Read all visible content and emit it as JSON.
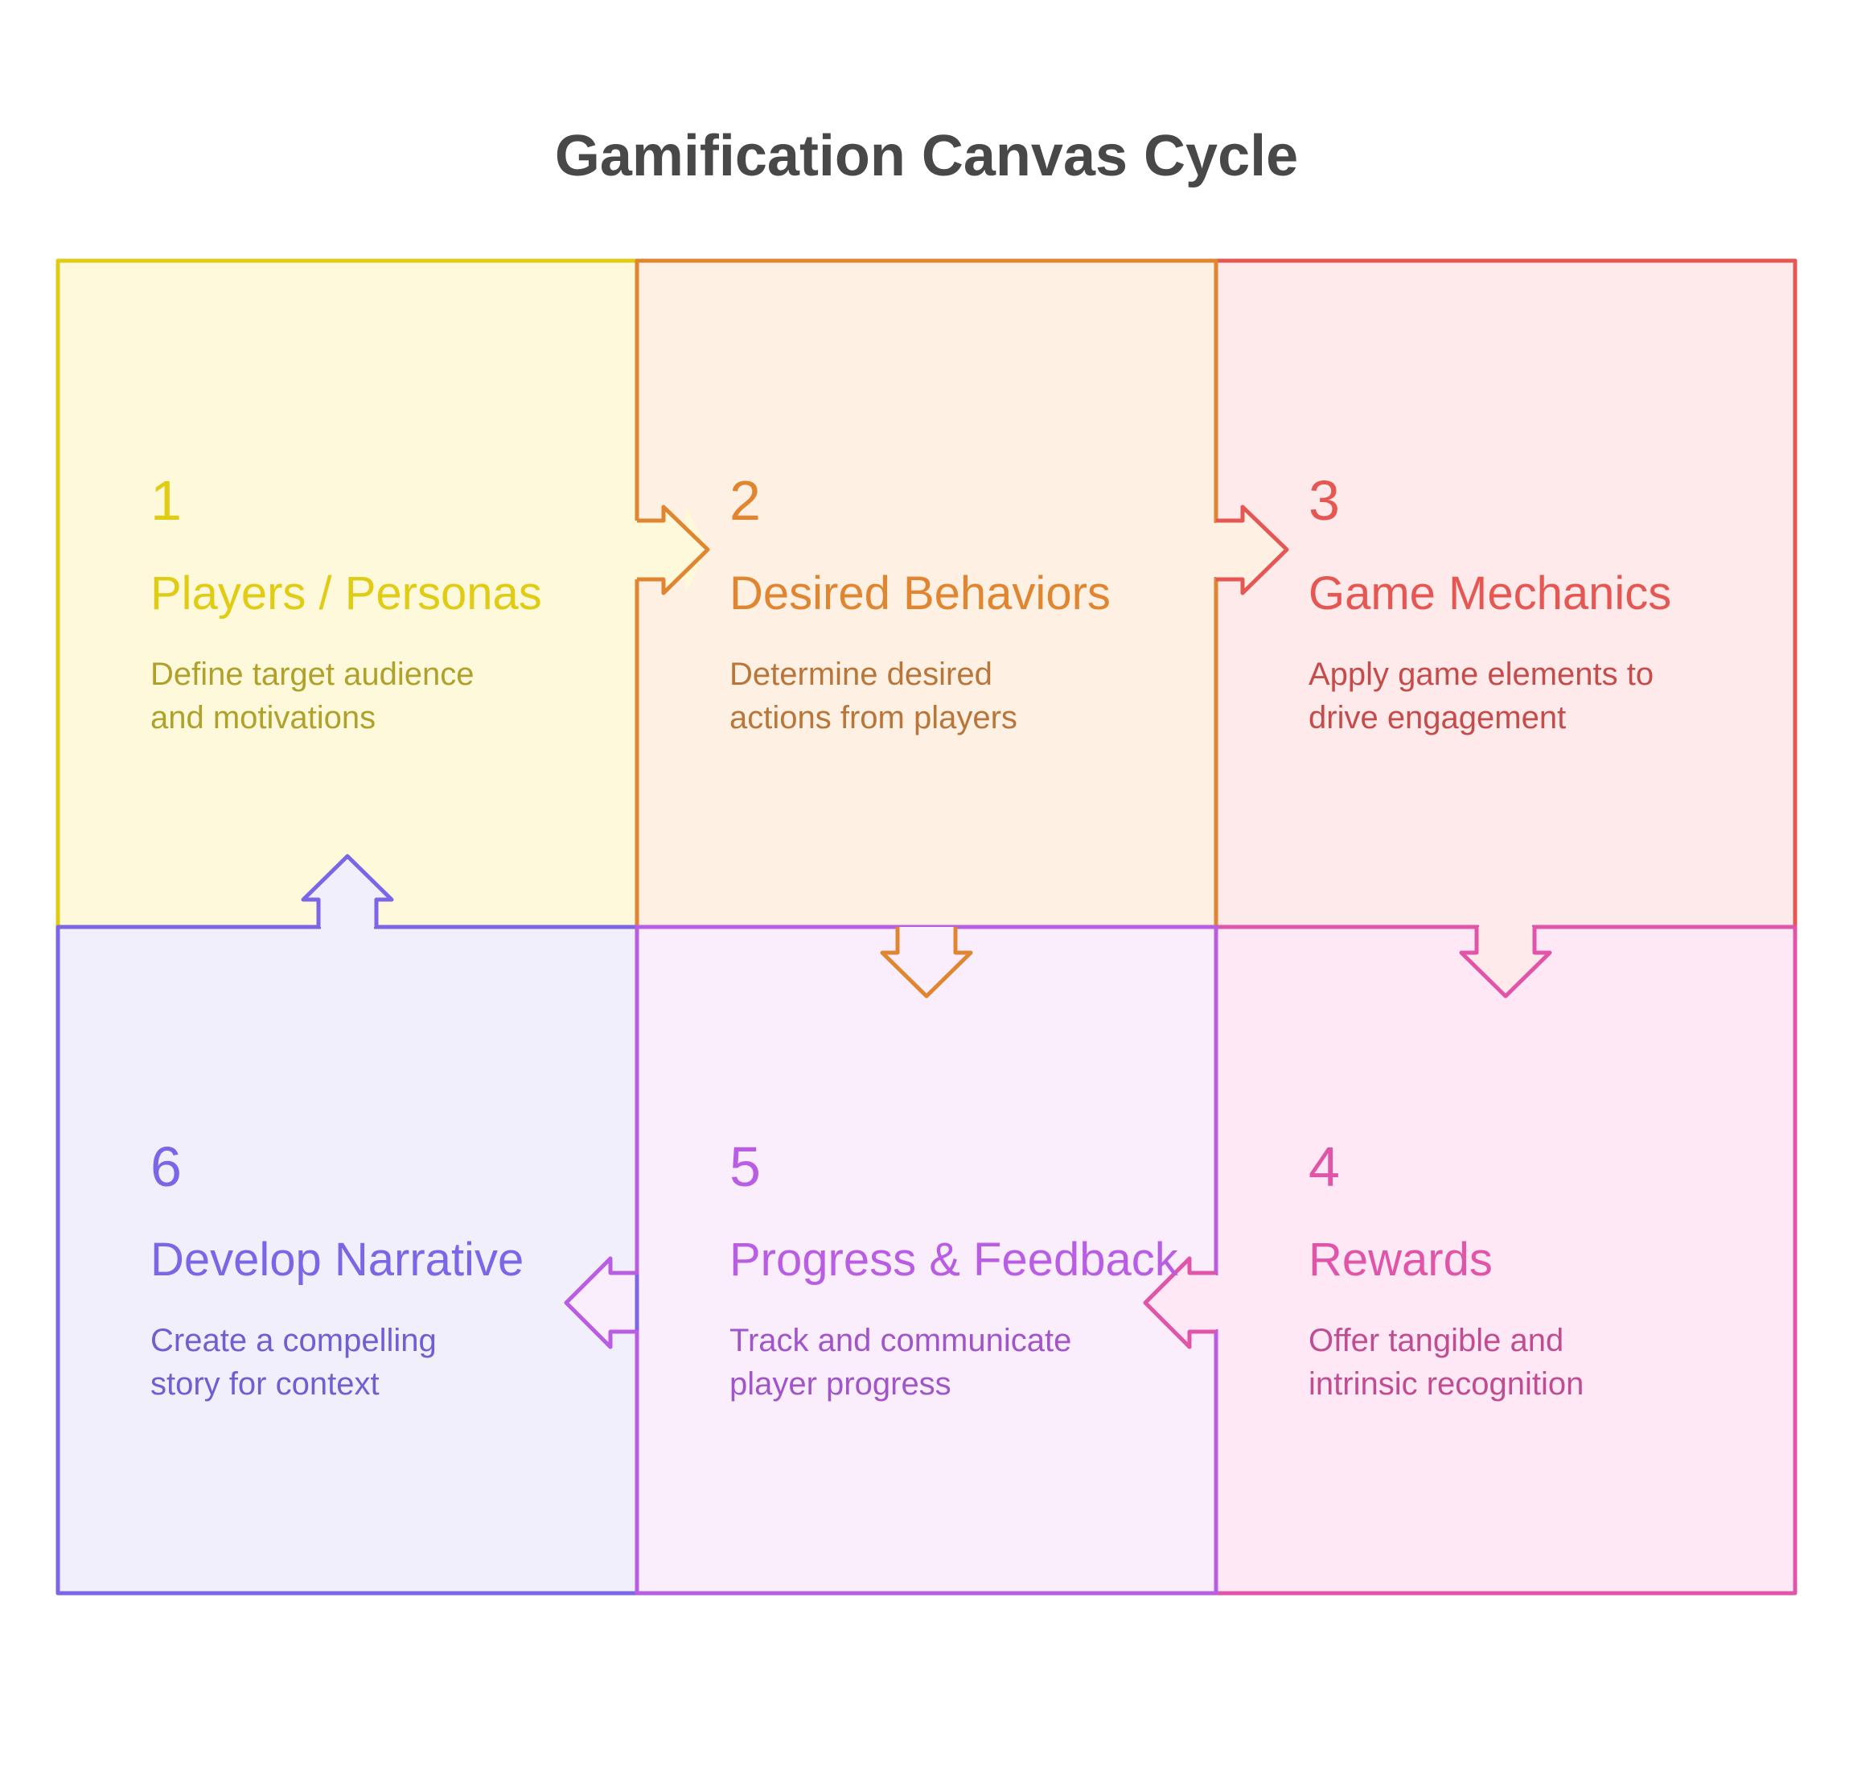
{
  "title": "Gamification Canvas Cycle",
  "cells": [
    {
      "number": "1",
      "heading": "Players / Personas",
      "desc_lines": [
        "Define target audience",
        "and motivations"
      ],
      "stroke": "#e0cb15",
      "fill": "#fef9db",
      "text": "#e0cb15",
      "desc": "#afa12c"
    },
    {
      "number": "2",
      "heading": "Desired Behaviors",
      "desc_lines": [
        "Determine desired",
        "actions from players"
      ],
      "stroke": "#e08530",
      "fill": "#fef0e3",
      "text": "#e08530",
      "desc": "#b8763a"
    },
    {
      "number": "3",
      "heading": "Game Mechanics",
      "desc_lines": [
        "Apply game elements to",
        "drive engagement"
      ],
      "stroke": "#e55753",
      "fill": "#feeaea",
      "text": "#e55753",
      "desc": "#c44d4b"
    },
    {
      "number": "4",
      "heading": "Rewards",
      "desc_lines": [
        "Offer tangible and",
        "intrinsic recognition"
      ],
      "stroke": "#e055a8",
      "fill": "#fee8f5",
      "text": "#e055a8",
      "desc": "#c04d92"
    },
    {
      "number": "5",
      "heading": "Progress & Feedback",
      "desc_lines": [
        "Track and communicate",
        "player progress"
      ],
      "stroke": "#b95ee3",
      "fill": "#faeefc",
      "text": "#b95ee3",
      "desc": "#a055c8"
    },
    {
      "number": "6",
      "heading": "Develop Narrative",
      "desc_lines": [
        "Create a compelling",
        "story for context"
      ],
      "stroke": "#7d66e6",
      "fill": "#f1effc",
      "text": "#7d66e6",
      "desc": "#6f5fd0"
    }
  ],
  "arrows": [
    {
      "from": "1",
      "to": "2",
      "direction": "right"
    },
    {
      "from": "2",
      "to": "3",
      "direction": "right"
    },
    {
      "from": "2",
      "to": "5",
      "direction": "down"
    },
    {
      "from": "3",
      "to": "4",
      "direction": "down"
    },
    {
      "from": "4",
      "to": "5",
      "direction": "left"
    },
    {
      "from": "5",
      "to": "6",
      "direction": "left"
    },
    {
      "from": "6",
      "to": "1",
      "direction": "up"
    }
  ]
}
